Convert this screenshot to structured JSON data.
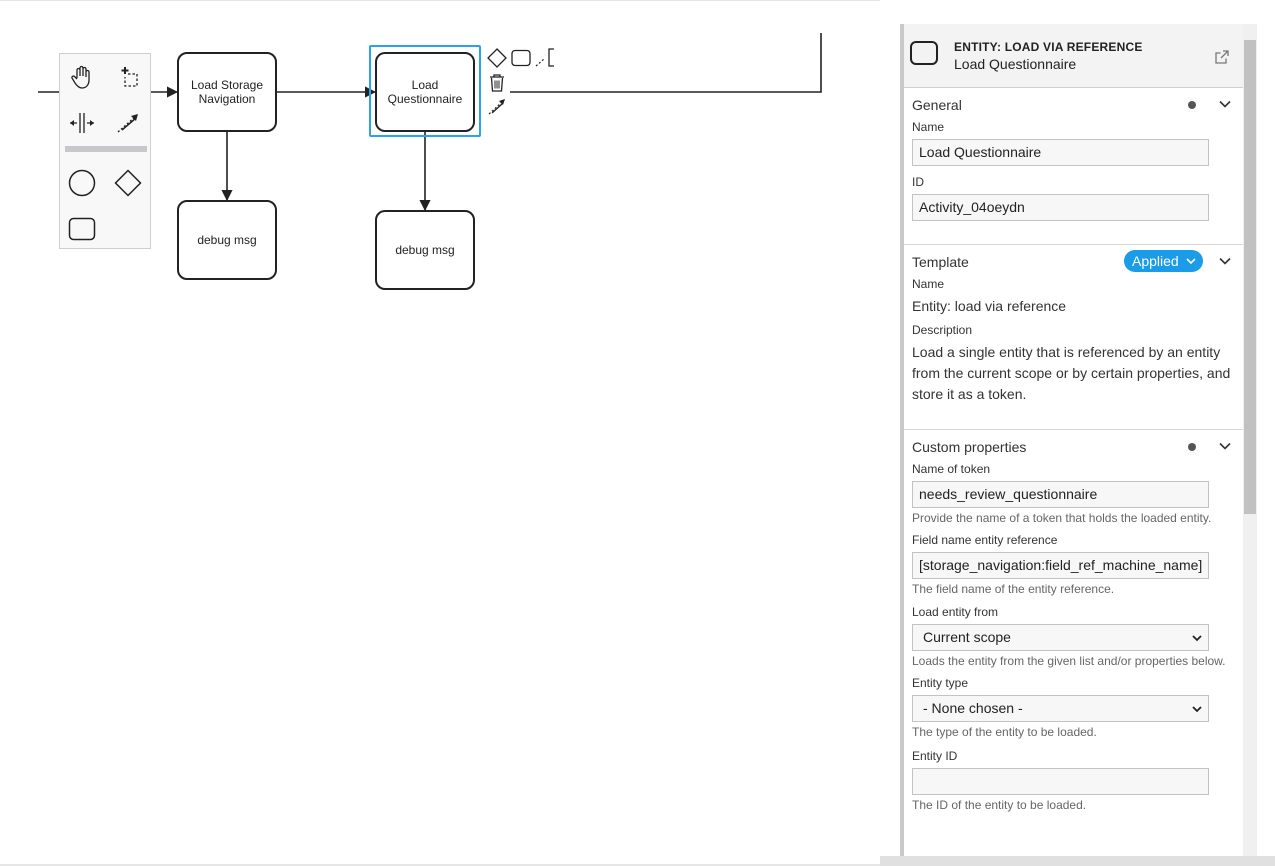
{
  "canvas": {
    "tasks": [
      {
        "label": "Load Storage Navigation"
      },
      {
        "label": "Load Questionnaire"
      },
      {
        "label": "debug msg"
      },
      {
        "label": "debug msg"
      }
    ]
  },
  "properties_panel": {
    "header": {
      "type": "ENTITY: LOAD VIA REFERENCE",
      "name": "Load Questionnaire"
    },
    "general": {
      "title": "General",
      "name_label": "Name",
      "name_value": "Load Questionnaire",
      "id_label": "ID",
      "id_value": "Activity_04oeydn"
    },
    "template": {
      "title": "Template",
      "badge": "Applied",
      "name_label": "Name",
      "name_value": "Entity: load via reference",
      "description_label": "Description",
      "description_value": "Load a single entity that is referenced by an entity from the current scope or by certain properties, and store it as a token."
    },
    "custom": {
      "title": "Custom properties",
      "token_label": "Name of token",
      "token_value": "needs_review_questionnaire",
      "token_desc": "Provide the name of a token that holds the loaded entity.",
      "field_label": "Field name entity reference",
      "field_value": "[storage_navigation:field_ref_machine_name]",
      "field_desc": "The field name of the entity reference.",
      "load_from_label": "Load entity from",
      "load_from_value": "Current scope",
      "load_from_desc": "Loads the entity from the given list and/or properties below.",
      "entity_type_label": "Entity type",
      "entity_type_value": "- None chosen -",
      "entity_type_desc": "The type of the entity to be loaded.",
      "entity_id_label": "Entity ID",
      "entity_id_value": "",
      "entity_id_desc": "The ID of the entity to be loaded."
    }
  },
  "colors": {
    "selection": "#2aa3ec",
    "badge": "#1b9ce8"
  }
}
